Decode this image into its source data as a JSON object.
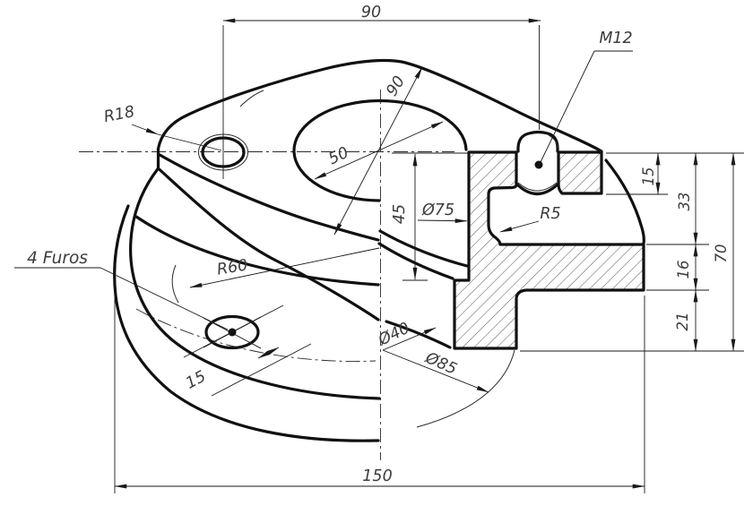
{
  "drawing": {
    "kind": "isometric half-section technical drawing of a flanged hub",
    "colors": {
      "background": "#ffffff",
      "outline": "#111111",
      "thin_line": "#2a2a2a",
      "hatch": "#444444",
      "text": "#3c3c3c"
    },
    "dimensions": {
      "top_width": "90",
      "boss_diameter_diag": "90",
      "bore_diameter_diag": "50",
      "bore_depth": "45",
      "counterbore_diameter": "Ø75",
      "thread_callout": "M12",
      "fillet_radius": "R5",
      "lug_radius": "R18",
      "holes_note": "4 Furos",
      "flange_radius": "R60",
      "hole_offset": "15",
      "lower_bore_diameter": "Ø40",
      "hub_diameter": "Ø85",
      "overall_width": "150",
      "right_top": "15",
      "right_upper": "33",
      "right_mid": "16",
      "right_lower": "21",
      "right_total": "70"
    }
  }
}
